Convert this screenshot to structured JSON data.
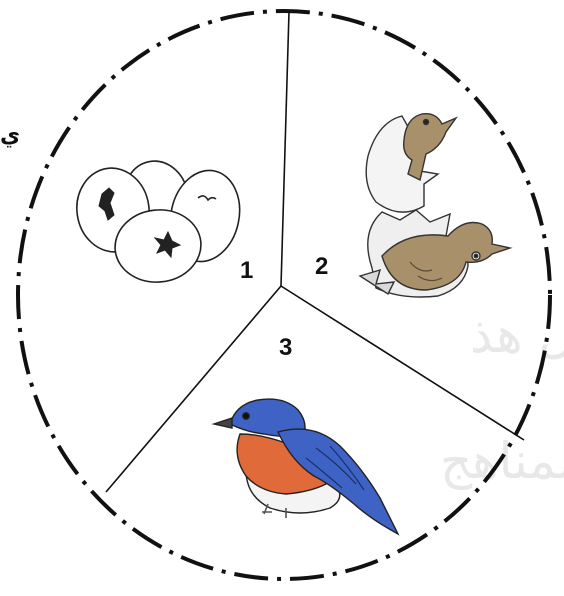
{
  "edge_text": "ي",
  "watermark": {
    "line1": "تم تحميل هذ",
    "line2": "قع المناهج"
  },
  "stages": [
    {
      "number": "1",
      "icon": "eggs-hatching-icon"
    },
    {
      "number": "2",
      "icon": "hatchlings-icon"
    },
    {
      "number": "3",
      "icon": "bluebird-icon"
    }
  ],
  "colors": {
    "outline": "#111111",
    "bird_blue": "#3f63c4",
    "bird_breast": "#e06a3a",
    "hatchling_brown": "#a8906a"
  }
}
